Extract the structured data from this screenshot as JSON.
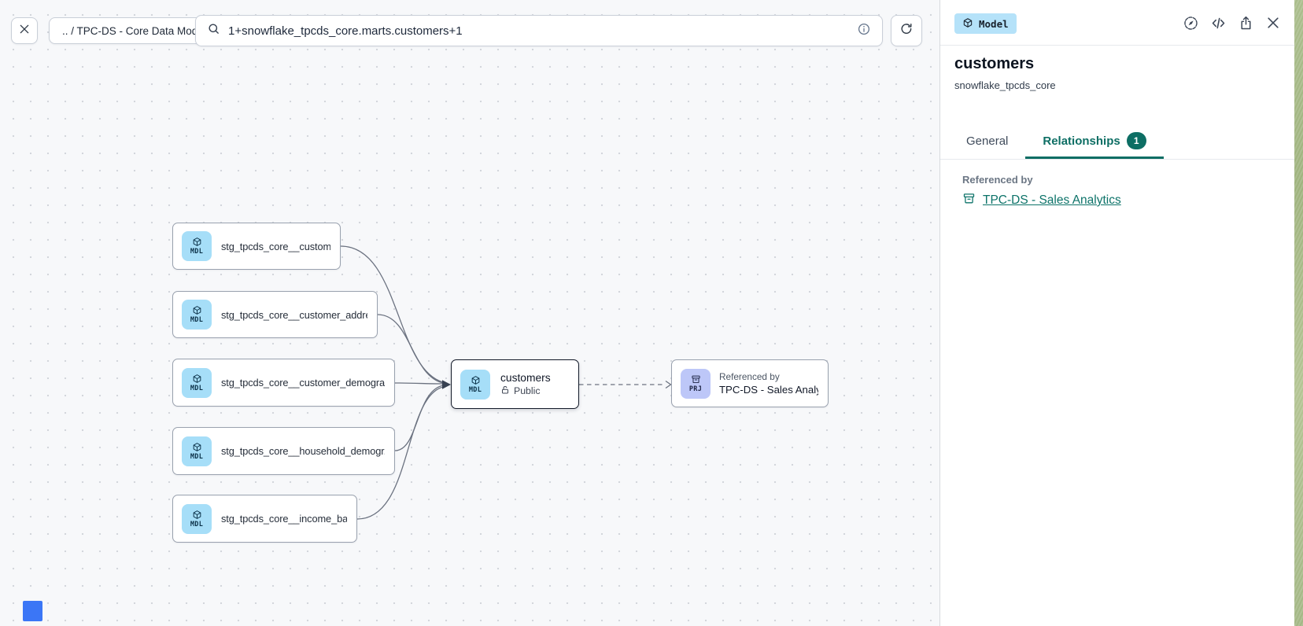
{
  "toolbar": {
    "breadcrumb": ".. / TPC-DS - Core Data Models",
    "search_value": "1+snowflake_tpcds_core.marts.customers+1"
  },
  "canvas": {
    "upstream_nodes": [
      {
        "badge": "MDL",
        "label": "stg_tpcds_core__customer"
      },
      {
        "badge": "MDL",
        "label": "stg_tpcds_core__customer_address"
      },
      {
        "badge": "MDL",
        "label": "stg_tpcds_core__customer_demogra..."
      },
      {
        "badge": "MDL",
        "label": "stg_tpcds_core__household_demogr..."
      },
      {
        "badge": "MDL",
        "label": "stg_tpcds_core__income_band"
      }
    ],
    "selected_node": {
      "badge": "MDL",
      "title": "customers",
      "visibility": "Public"
    },
    "downstream_node": {
      "badge": "PRJ",
      "caption": "Referenced by",
      "label": "TPC-DS - Sales Analytics"
    }
  },
  "panel": {
    "type_badge": "Model",
    "title": "customers",
    "subtitle": "snowflake_tpcds_core",
    "tabs": {
      "general": "General",
      "relationships": "Relationships",
      "relationships_count": "1"
    },
    "referenced_by_label": "Referenced by",
    "reference_link": "TPC-DS - Sales Analytics"
  },
  "colors": {
    "accent_teal": "#0d6e64",
    "model_icon_bg": "#a6def8",
    "project_icon_bg": "#bdc7f8",
    "type_badge_bg": "#b5e2f9",
    "marker_blue": "#3b76f6"
  }
}
